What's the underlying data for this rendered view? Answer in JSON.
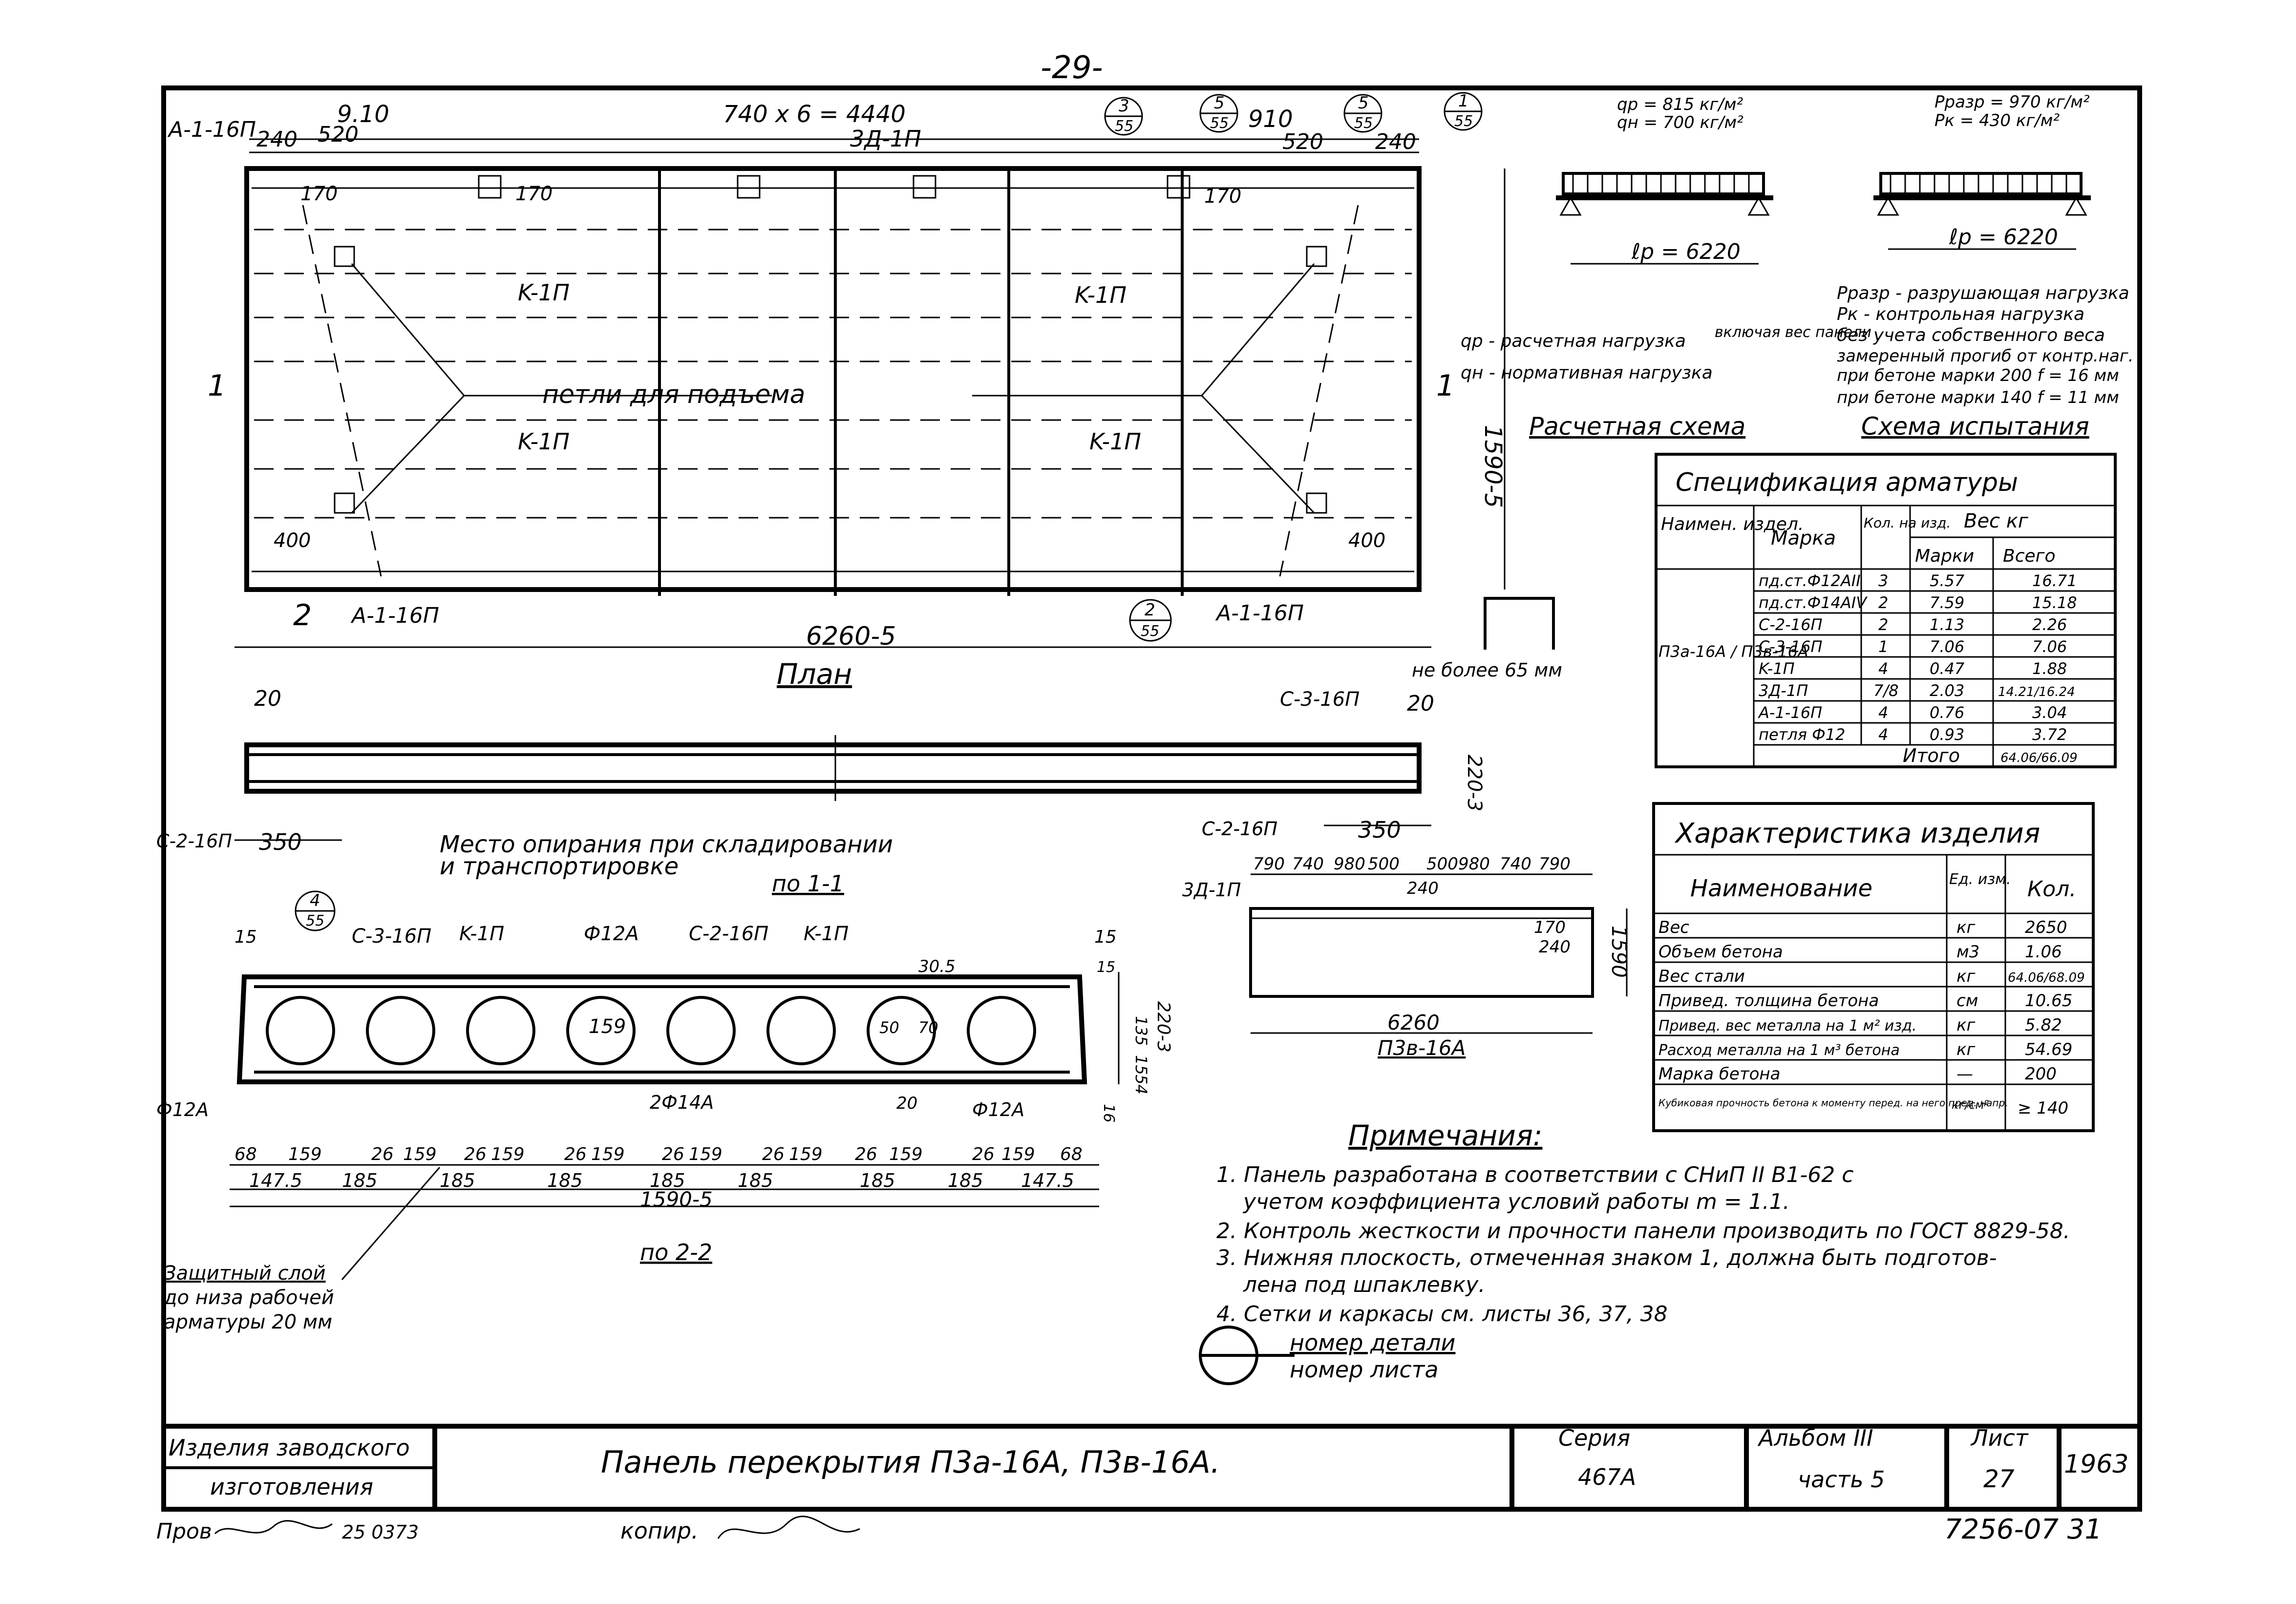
{
  "page_number": "-29-",
  "plan": {
    "title": "План",
    "top_dims": [
      "9.10",
      "740 x 6 = 4440",
      "910",
      "520",
      "240",
      "520",
      "240"
    ],
    "top_dim_left_240": "240",
    "labels": [
      "А-1-16П",
      "170",
      "3Д-1П",
      "K-1П",
      "K-1П",
      "петли для подъема",
      "K-1П",
      "K-1П",
      "400",
      "400",
      "170",
      "170",
      "А-1-16П",
      "А-1-16П"
    ],
    "length_dim": "6260-5",
    "width_dim": "1590-5",
    "section_marks": [
      "1",
      "1",
      "2"
    ],
    "callouts": [
      {
        "top": "3",
        "bottom": "55"
      },
      {
        "top": "5",
        "bottom": "55"
      },
      {
        "top": "5",
        "bottom": "55"
      },
      {
        "top": "1",
        "bottom": "55"
      },
      {
        "top": "2",
        "bottom": "55"
      }
    ],
    "deflection_note": "не более 65 мм"
  },
  "section_11": {
    "title": "по 1-1",
    "labels": [
      "20",
      "20",
      "С-3-16П",
      "С-2-16П",
      "С-2-16П",
      "350",
      "350",
      "220-3"
    ],
    "support_note_1": "Место опирания при складировании",
    "support_note_2": "и транспортировке"
  },
  "section_22": {
    "title": "по 2-2",
    "top_labels": [
      "15",
      "С-3-16П",
      "K-1П",
      "Ф12А",
      "С-2-16П",
      "K-1П",
      "15",
      "30.5"
    ],
    "callout": {
      "top": "4",
      "bottom": "55"
    },
    "inner_labels": [
      "159",
      "50",
      "70",
      "20",
      "2Ф14А",
      "Ф12А",
      "Ф12А"
    ],
    "right_dims": [
      "15",
      "135",
      "15",
      "54",
      "220-3",
      "16"
    ],
    "bottom_dims_row1": [
      "68",
      "159",
      "26",
      "159",
      "26",
      "159",
      "26",
      "159",
      "26",
      "159",
      "26",
      "159",
      "26",
      "159",
      "26",
      "159",
      "68"
    ],
    "bottom_dims_row2": [
      "147.5",
      "185",
      "185",
      "185",
      "185",
      "185",
      "185",
      "185",
      "147.5"
    ],
    "overall": "1590-5",
    "cover_note": [
      "Защитный слой",
      "до низа рабочей",
      "арматуры 20 мм"
    ]
  },
  "end_view": {
    "labels": [
      "С-2-16П",
      "3Д-1П"
    ],
    "dims": [
      "790",
      "740",
      "980",
      "500",
      "500",
      "980",
      "740",
      "790",
      "240",
      "170",
      "240"
    ],
    "height": "1590",
    "length": "6260",
    "name": "П3в-16А"
  },
  "design_scheme": {
    "qp": "qр = 815 кг/м²",
    "qn": "qн = 700 кг/м²",
    "span": "ℓр = 6220",
    "legend_1": "qр - расчетная нагрузка",
    "legend_2": "qн - нормативная нагрузка",
    "legend_3": "включая вес панели",
    "title": "Расчетная схема"
  },
  "test_scheme": {
    "p_break": "Pразр = 970 кг/м²",
    "p_ctrl": "Pк = 430 кг/м²",
    "span": "ℓр = 6220",
    "notes": [
      "Pразр - разрушающая нагрузка",
      "Pк - контрольная нагрузка",
      "без учета собственного веса",
      "замеренный прогиб от контр.наг.",
      "при бетоне марки 200 f = 16 мм",
      "при бетоне марки 140 f = 11 мм"
    ],
    "title": "Схема испытания"
  },
  "spec": {
    "title": "Спецификация арматуры",
    "headers": [
      "Наимен. издел.",
      "Марка",
      "Кол. на изд.",
      "Вес кг",
      "Марки",
      "Всего"
    ],
    "product": "П3а-16А / П3в-16А",
    "rows": [
      [
        "пд.ст.Ф12АII",
        "3",
        "5.57",
        "16.71"
      ],
      [
        "пд.ст.Ф14АIV",
        "2",
        "7.59",
        "15.18"
      ],
      [
        "С-2-16П",
        "2",
        "1.13",
        "2.26"
      ],
      [
        "С-3-16П",
        "1",
        "7.06",
        "7.06"
      ],
      [
        "K-1П",
        "4",
        "0.47",
        "1.88"
      ],
      [
        "3Д-1П",
        "7/8",
        "2.03",
        "14.21/16.24"
      ],
      [
        "А-1-16П",
        "4",
        "0.76",
        "3.04"
      ],
      [
        "петля Ф12",
        "4",
        "0.93",
        "3.72"
      ]
    ],
    "total_label": "Итого",
    "total": "64.06/66.09"
  },
  "characteristics": {
    "title": "Характеристика изделия",
    "headers": [
      "Наименование",
      "Ед. изм.",
      "Кол."
    ],
    "rows": [
      [
        "Вес",
        "кг",
        "2650"
      ],
      [
        "Объем бетона",
        "м3",
        "1.06"
      ],
      [
        "Вес стали",
        "кг",
        "64.06/68.09"
      ],
      [
        "Привед. толщина бетона",
        "см",
        "10.65"
      ],
      [
        "Привед. вес металла на 1 м² изд.",
        "кг",
        "5.82"
      ],
      [
        "Расход металла на 1 м³ бетона",
        "кг",
        "54.69"
      ],
      [
        "Марка бетона",
        "—",
        "200"
      ],
      [
        "Кубиковая прочность бетона к моменту перед. на него пред. напр.",
        "кг/см²",
        "≥ 140"
      ]
    ]
  },
  "notes": {
    "title": "Примечания:",
    "items": [
      "1. Панель разработана в соответствии с СНиП II В1-62 с",
      "учетом коэффициента условий работы m = 1.1.",
      "2. Контроль жесткости и прочности панели производить по ГОСТ 8829-58.",
      "3. Нижняя плоскость, отмеченная знаком 1, должна быть подготов-",
      "лена под шпаклевку.",
      "4. Сетки и каркасы см. листы 36, 37, 38"
    ],
    "legend_top": "номер детали",
    "legend_bottom": "номер листа"
  },
  "title_block": {
    "org_1": "Изделия заводского",
    "org_2": "изготовления",
    "title": "Панель перекрытия П3а-16А, П3в-16А.",
    "series_label": "Серия",
    "series": "467А",
    "album_label": "Альбом III",
    "part": "часть 5",
    "sheet_label": "Лист",
    "sheet": "27",
    "year": "1963",
    "checked": "Пров",
    "check_no": "25 0373",
    "copy": "копир.",
    "doc_no": "7256-07 31"
  }
}
